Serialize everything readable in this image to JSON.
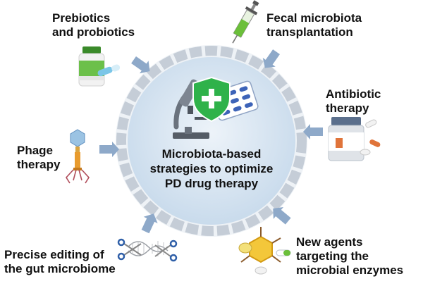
{
  "center": {
    "lines": [
      "Microbiota-based",
      "strategies to optimize",
      "PD drug therapy"
    ],
    "icon": "microscope-shield-pills-icon"
  },
  "strategies": [
    {
      "id": "prebiotics",
      "lines": [
        "Prebiotics",
        "and probiotics"
      ],
      "icon": "supplement-bottle-icon"
    },
    {
      "id": "fmt",
      "lines": [
        "Fecal microbiota",
        "transplantation"
      ],
      "icon": "syringe-icon"
    },
    {
      "id": "antibiotic",
      "lines": [
        "Antibiotic",
        "therapy"
      ],
      "icon": "pill-bottle-icon"
    },
    {
      "id": "phage",
      "lines": [
        "Phage",
        "therapy"
      ],
      "icon": "bacteriophage-icon"
    },
    {
      "id": "editing",
      "lines": [
        "Precise editing of",
        "the gut microbiome"
      ],
      "icon": "dna-scissors-icon"
    },
    {
      "id": "enzymes",
      "lines": [
        "New agents",
        "targeting the",
        "microbial enzymes"
      ],
      "icon": "molecule-capsule-icon"
    }
  ],
  "colors": {
    "circle_fill": "#d7e5f1",
    "ring": "#c7cfd8",
    "arrow": "#8ea9c9",
    "shield": "#2fb24a",
    "pill_blister": "#3d63b8",
    "syringe_liquid": "#6bbf3a"
  }
}
